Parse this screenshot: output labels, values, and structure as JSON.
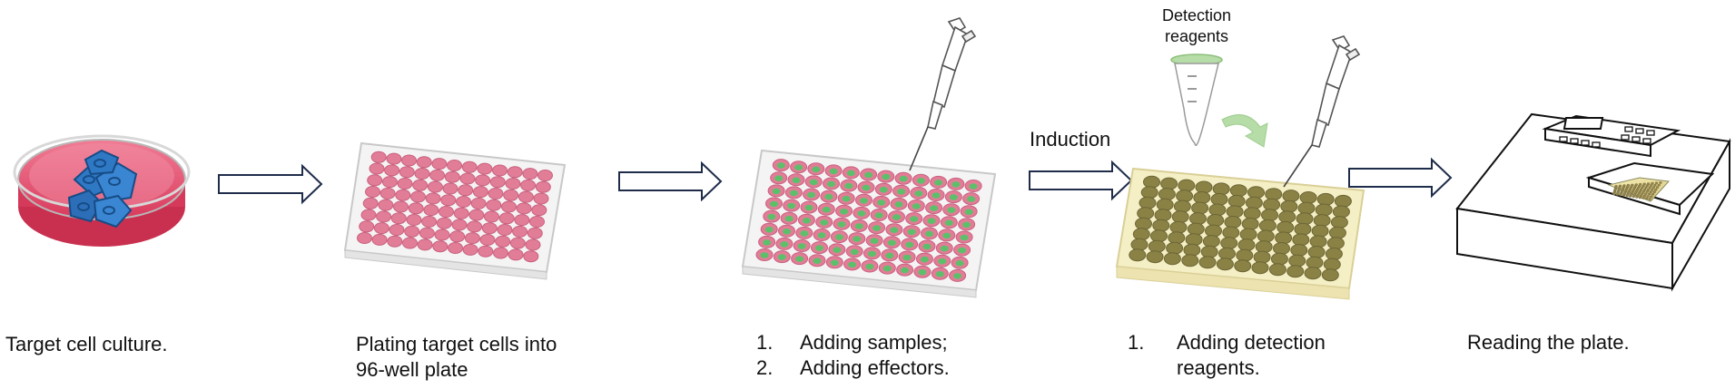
{
  "steps": [
    {
      "id": "culture",
      "caption": [
        "Target cell culture."
      ]
    },
    {
      "id": "plating",
      "caption": [
        "Plating target cells into",
        "96-well plate"
      ]
    },
    {
      "id": "samples",
      "caption": [
        "Adding samples;",
        "Adding effectors."
      ],
      "numbers": [
        "1.",
        "2."
      ]
    },
    {
      "id": "detection",
      "caption": [
        "Adding detection",
        "reagents."
      ],
      "numbers": [
        "1."
      ]
    },
    {
      "id": "reading",
      "caption": [
        "Reading the plate."
      ]
    }
  ],
  "annotations": {
    "induction": "Induction",
    "detection_reagents": [
      "Detection",
      "reagents"
    ]
  },
  "colors": {
    "dish_pink": "#e8506f",
    "cells_blue": "#2f78c4",
    "well_pink": "#e27d98",
    "well_green": "#5cc06a",
    "well_olive": "#8a8245",
    "plate_yellow": "#f5efc6",
    "arrow_stroke": "#1f2d4a",
    "reagent_green": "#b6dca8"
  },
  "icons": [
    "petri-dish-icon",
    "well-plate-icon",
    "pipette-icon",
    "reagent-tube-icon",
    "plate-reader-icon",
    "right-arrow-icon",
    "curved-arrow-icon"
  ]
}
